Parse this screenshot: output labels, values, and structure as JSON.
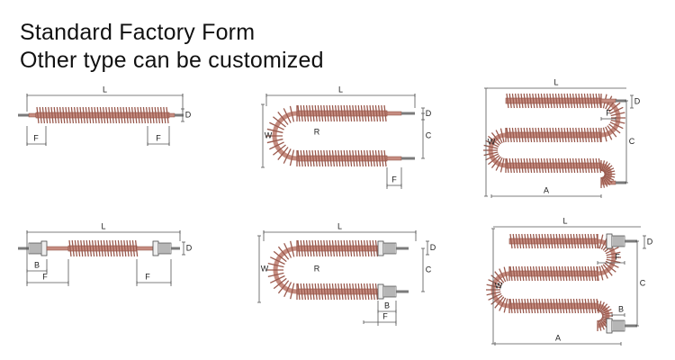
{
  "heading": {
    "line1": "Standard Factory Form",
    "line2": "Other type can be customized"
  },
  "colors": {
    "fin": "#9a5a4e",
    "tube": "#c58c80",
    "tube_dark": "#8a4a3e",
    "terminal": "#7a7a7a",
    "thread": "#4a4a4a",
    "dimension_line": "#555555"
  },
  "diagrams": [
    {
      "name": "straight-finned-heater",
      "labels": [
        "L",
        "D",
        "F",
        "F"
      ]
    },
    {
      "name": "u-shaped-finned-heater",
      "labels": [
        "L",
        "D",
        "W",
        "R",
        "C",
        "F"
      ]
    },
    {
      "name": "w-shaped-finned-heater",
      "labels": [
        "L",
        "D",
        "F",
        "W",
        "C",
        "A"
      ]
    },
    {
      "name": "straight-finned-heater-flanged",
      "labels": [
        "L",
        "D",
        "B",
        "F",
        "F"
      ]
    },
    {
      "name": "u-shaped-finned-heater-flanged",
      "labels": [
        "L",
        "D",
        "W",
        "R",
        "C",
        "F",
        "B"
      ]
    },
    {
      "name": "w-shaped-finned-heater-flanged",
      "labels": [
        "L",
        "D",
        "F",
        "W",
        "C",
        "B",
        "A"
      ]
    }
  ]
}
